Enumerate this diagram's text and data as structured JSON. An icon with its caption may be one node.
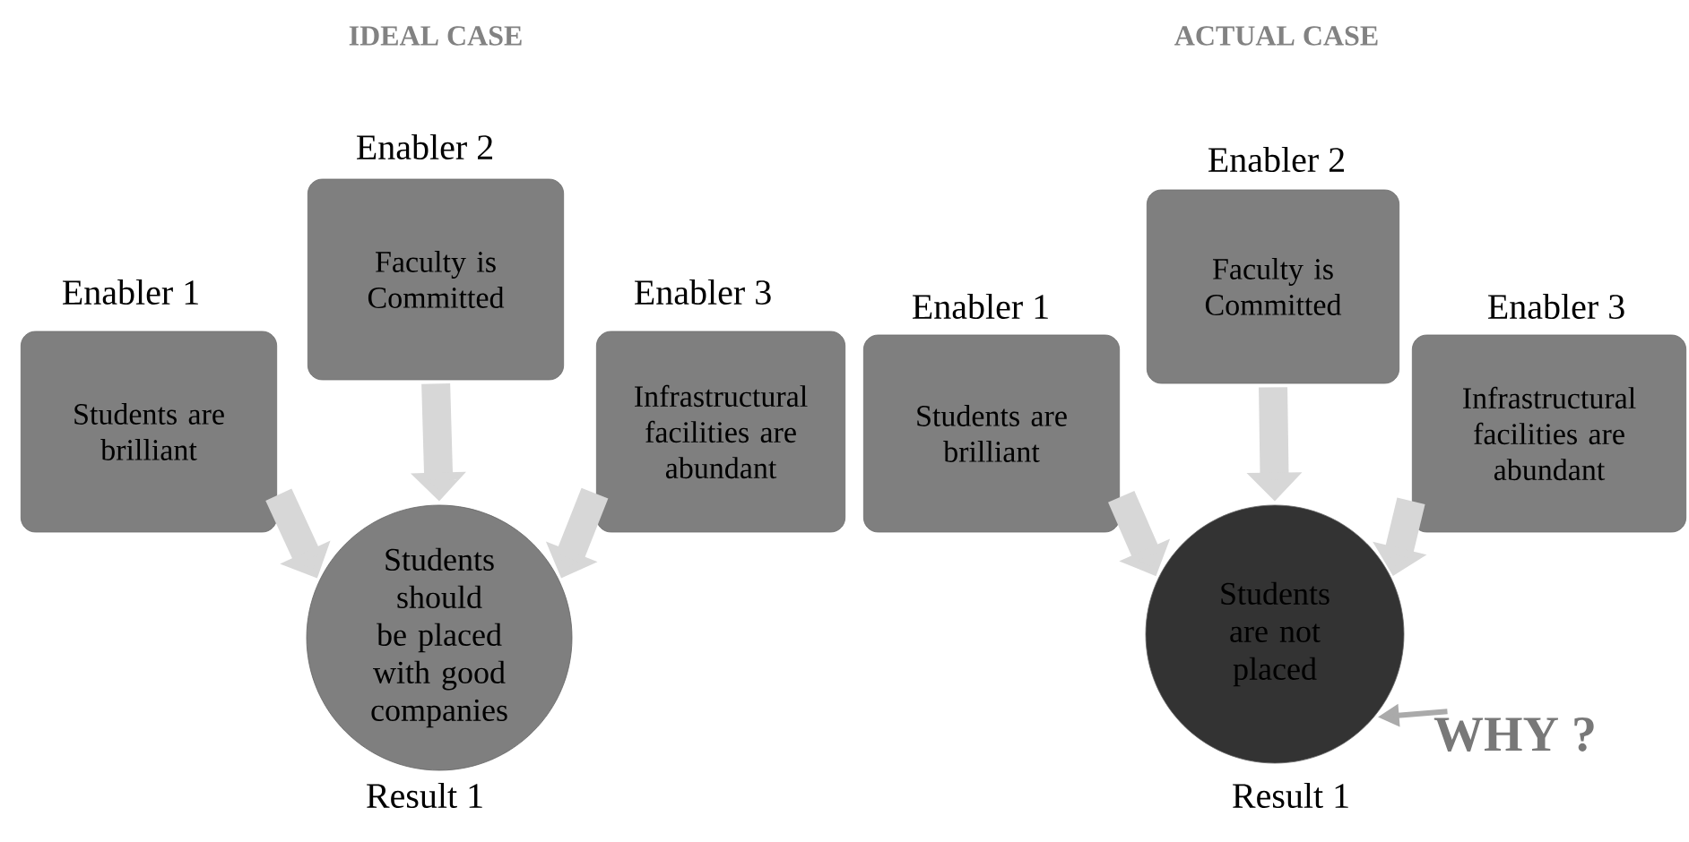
{
  "diagram": {
    "nodes": [
      {
        "text": [
          "Students are brilliant"
        ],
        "beside": [
          "Enabler 1"
        ]
      },
      {
        "text": [
          "Faculty is Committed"
        ],
        "beside": [
          "Enabler 2"
        ]
      },
      {
        "text": [
          "Infrastructural facilities are abundant"
        ],
        "beside": [
          "Enabler 3"
        ]
      },
      {
        "text": [
          "Students should be placed with good companies"
        ],
        "beside": [
          "Result 1"
        ]
      },
      {
        "text": [
          "Students are brilliant"
        ],
        "beside": [
          "Enabler 1"
        ]
      },
      {
        "text": [
          "Faculty is Committed"
        ],
        "beside": [
          "Enabler 2"
        ]
      },
      {
        "text": [
          "Infrastructural facilities are abundant"
        ],
        "beside": [
          "Enabler 3"
        ]
      },
      {
        "text": [
          "Students are not placed"
        ],
        "beside": [
          "Result 1"
        ]
      },
      {
        "text": [
          "WHY ?"
        ]
      }
    ],
    "edges": [
      {
        "from": 0,
        "to": 3,
        "arrow": "to"
      },
      {
        "from": 1,
        "to": 3,
        "arrow": "to"
      },
      {
        "from": 2,
        "to": 3,
        "arrow": "to"
      },
      {
        "from": 4,
        "to": 7,
        "arrow": "to"
      },
      {
        "from": 5,
        "to": 7,
        "arrow": "to"
      },
      {
        "from": 6,
        "to": 7,
        "arrow": "to"
      },
      {
        "from": 8,
        "to": 7,
        "arrow": "to"
      }
    ],
    "labels": [
      "IDEAL CASE",
      "ACTUAL CASE"
    ]
  }
}
